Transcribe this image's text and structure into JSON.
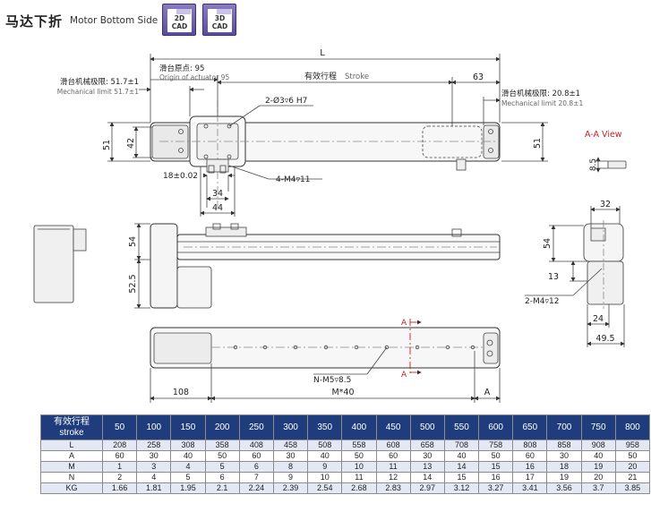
{
  "header": {
    "title_cn": "马达下折",
    "title_en": "Motor Bottom Side",
    "cad2d": {
      "line1": "2D",
      "line2": "CAD"
    },
    "cad3d": {
      "line1": "3D",
      "line2": "CAD"
    }
  },
  "drawing": {
    "dim_L": "L",
    "origin_cn": "滑台原点: 95",
    "origin_en": "Origin of actuator 95",
    "stroke_cn": "有效行程",
    "stroke_en": "Stroke",
    "dim_63": "63",
    "limit_left_cn": "滑台机械极限: 51.7±1",
    "limit_left_en": "Mechanical limit 51.7±1",
    "limit_right_cn": "滑台机械极限: 20.8±1",
    "limit_right_en": "Mechanical limit 20.8±1",
    "pin_hole": "2-Ø3▿6 H7",
    "dim_51_left": "51",
    "dim_42": "42",
    "dim_51_right": "51",
    "dim_18": "18±0.02",
    "tap_m4": "4-M4▿11",
    "dim_34": "34",
    "dim_44": "44",
    "aa_view": "A-A View",
    "dim_8_5": "8.5",
    "dim_54_front": "54",
    "dim_52_5": "52.5",
    "dim_32": "32",
    "dim_54_side": "54",
    "dim_13": "13",
    "tap_m4_12": "2-M4▿12",
    "dim_24": "24",
    "dim_49_5": "49.5",
    "section_A_top": "A",
    "section_A_bottom": "A",
    "tap_m5": "N-M5▿8.5",
    "dim_108": "108",
    "dim_m40": "M*40",
    "dim_A": "A"
  },
  "table": {
    "header_cn": "有效行程",
    "header_en": "stroke",
    "strokes": [
      "50",
      "100",
      "150",
      "200",
      "250",
      "300",
      "350",
      "400",
      "450",
      "500",
      "550",
      "600",
      "650",
      "700",
      "750",
      "800"
    ],
    "rows": [
      {
        "label": "L",
        "values": [
          "208",
          "258",
          "308",
          "358",
          "408",
          "458",
          "508",
          "558",
          "608",
          "658",
          "708",
          "758",
          "808",
          "858",
          "908",
          "958"
        ]
      },
      {
        "label": "A",
        "values": [
          "60",
          "30",
          "40",
          "50",
          "60",
          "30",
          "40",
          "50",
          "60",
          "30",
          "40",
          "50",
          "60",
          "30",
          "40",
          "50"
        ]
      },
      {
        "label": "M",
        "values": [
          "1",
          "3",
          "4",
          "5",
          "6",
          "8",
          "9",
          "10",
          "11",
          "13",
          "14",
          "15",
          "16",
          "18",
          "19",
          "20"
        ]
      },
      {
        "label": "N",
        "values": [
          "2",
          "4",
          "5",
          "6",
          "7",
          "9",
          "10",
          "11",
          "12",
          "14",
          "15",
          "16",
          "17",
          "19",
          "20",
          "21"
        ]
      },
      {
        "label": "KG",
        "values": [
          "1.66",
          "1.81",
          "1.95",
          "2.1",
          "2.24",
          "2.39",
          "2.54",
          "2.68",
          "2.83",
          "2.97",
          "3.12",
          "3.27",
          "3.41",
          "3.56",
          "3.7",
          "3.85"
        ]
      }
    ]
  }
}
